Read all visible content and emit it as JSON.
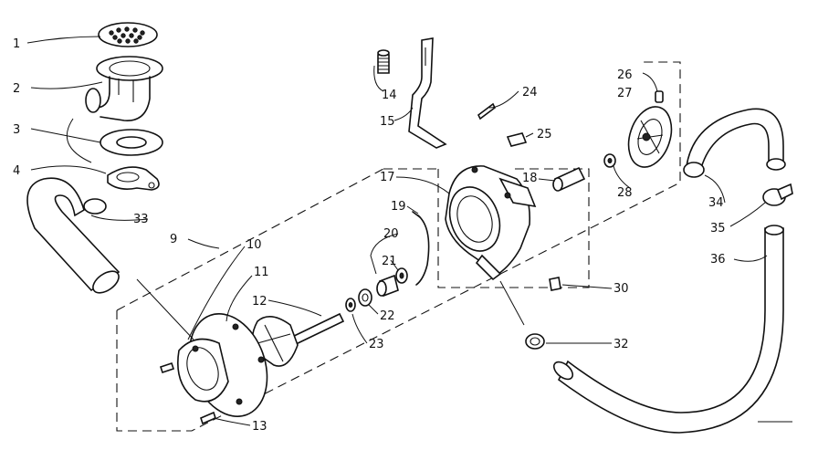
{
  "parts": [
    {
      "id": "1",
      "label": "1"
    },
    {
      "id": "2",
      "label": "2"
    },
    {
      "id": "3",
      "label": "3"
    },
    {
      "id": "4",
      "label": "4"
    },
    {
      "id": "9",
      "label": "9"
    },
    {
      "id": "10",
      "label": "10"
    },
    {
      "id": "11",
      "label": "11"
    },
    {
      "id": "12",
      "label": "12"
    },
    {
      "id": "13",
      "label": "13"
    },
    {
      "id": "14",
      "label": "14"
    },
    {
      "id": "15",
      "label": "15"
    },
    {
      "id": "17",
      "label": "17"
    },
    {
      "id": "18",
      "label": "18"
    },
    {
      "id": "19",
      "label": "19"
    },
    {
      "id": "20",
      "label": "20"
    },
    {
      "id": "21",
      "label": "21"
    },
    {
      "id": "22",
      "label": "22"
    },
    {
      "id": "23",
      "label": "23"
    },
    {
      "id": "24",
      "label": "24"
    },
    {
      "id": "25",
      "label": "25"
    },
    {
      "id": "26",
      "label": "26"
    },
    {
      "id": "27",
      "label": "27"
    },
    {
      "id": "28a",
      "label": "28"
    },
    {
      "id": "28b",
      "label": "28"
    },
    {
      "id": "30",
      "label": "30"
    },
    {
      "id": "32",
      "label": "32"
    },
    {
      "id": "33",
      "label": "33"
    },
    {
      "id": "34",
      "label": "34"
    },
    {
      "id": "35",
      "label": "35"
    },
    {
      "id": "36",
      "label": "36"
    }
  ]
}
